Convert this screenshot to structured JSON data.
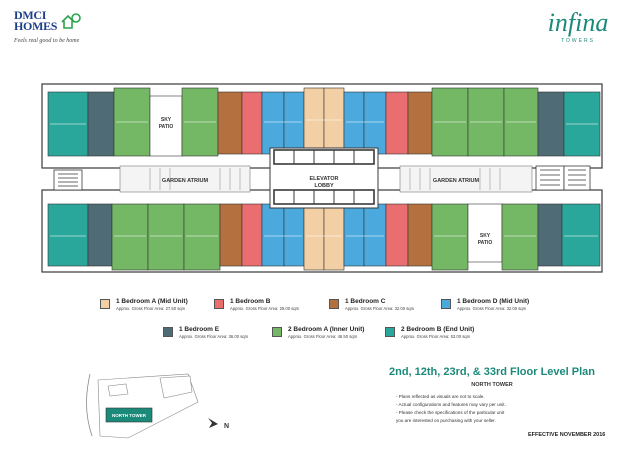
{
  "brand": {
    "name_line1": "DMCI",
    "name_line2": "HOMES",
    "tagline": "Feels real good to be home"
  },
  "project": {
    "name": "infina",
    "subname": "TOWERS"
  },
  "plan_labels": {
    "elevator_lobby_line1": "ELEVATOR",
    "elevator_lobby_line2": "LOBBY",
    "garden_atrium_left": "GARDEN ATRIUM",
    "garden_atrium_right": "GARDEN ATRIUM",
    "sky_patio_top_line1": "SKY",
    "sky_patio_top_line2": "PATIO",
    "sky_patio_bottom_line1": "SKY",
    "sky_patio_bottom_line2": "PATIO"
  },
  "colors": {
    "bedroom_a_mid": "#f2cfa5",
    "bedroom_b": "#ea6d70",
    "bedroom_c": "#b4703f",
    "bedroom_d_mid": "#4ba9dd",
    "bedroom_e": "#4f6b76",
    "two_bedroom_a_inner": "#74b865",
    "two_bedroom_b_end": "#2aa79b",
    "wall": "#3a3a3a",
    "corridor": "#ffffff",
    "brand_blue": "#1e3f8a",
    "brand_green": "#1b8a7a"
  },
  "legend": [
    {
      "name": "1 Bedroom A (Mid Unit)",
      "area": "Approx. Gross Floor Area: 27.50 sqm",
      "color": "#f2cfa5"
    },
    {
      "name": "1 Bedroom B",
      "area": "Approx. Gross Floor Area: 29.00 sqm",
      "color": "#ea6d70"
    },
    {
      "name": "1 Bedroom C",
      "area": "Approx. Gross Floor Area: 32.00 sqm",
      "color": "#b4703f"
    },
    {
      "name": "1 Bedroom D (Mid Unit)",
      "area": "Approx. Gross Floor Area: 32.00 sqm",
      "color": "#4ba9dd"
    },
    {
      "name": "1 Bedroom E",
      "area": "Approx. Gross Floor Area: 36.00 sqm",
      "color": "#4f6b76"
    },
    {
      "name": "2 Bedroom A (Inner Unit)",
      "area": "Approx. Gross Floor Area: 46.50 sqm",
      "color": "#74b865"
    },
    {
      "name": "2 Bedroom B (End Unit)",
      "area": "Approx. Gross Floor Area: 53.00 sqm",
      "color": "#2aa79b"
    }
  ],
  "title": {
    "floors": "2nd, 12th, 23rd, & 33rd Floor Level Plan",
    "tower": "NORTH TOWER"
  },
  "notes": [
    "- Plans reflected as visuals are not to scale.",
    "- Actual configurations and features may vary per unit.",
    "- Please check the specifications of the particular unit",
    "  you are interested on purchasing with your seller."
  ],
  "effective": "EFFECTIVE NOVEMBER 2016",
  "sitemap": {
    "tower_label": "NORTH TOWER",
    "north_label": "N"
  }
}
